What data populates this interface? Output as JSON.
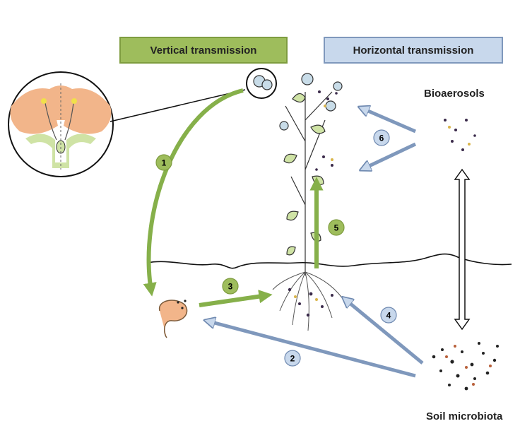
{
  "labels": {
    "vertical": "Vertical transmission",
    "horizontal": "Horizontal transmission",
    "bioaerosols": "Bioaerosols",
    "soil_microbiota": "Soil microbiota"
  },
  "steps": [
    {
      "n": "1",
      "group": "vertical"
    },
    {
      "n": "2",
      "group": "horizontal"
    },
    {
      "n": "3",
      "group": "vertical"
    },
    {
      "n": "4",
      "group": "horizontal"
    },
    {
      "n": "5",
      "group": "vertical"
    },
    {
      "n": "6",
      "group": "horizontal"
    }
  ],
  "colors": {
    "vertical_fill": "#9ebd5c",
    "vertical_arrow": "#86b04a",
    "horizontal_fill": "#c8d8ec",
    "horizontal_arrow": "#7f98bc",
    "petal": "#f2b58a",
    "leaf": "#cfe3a5"
  }
}
